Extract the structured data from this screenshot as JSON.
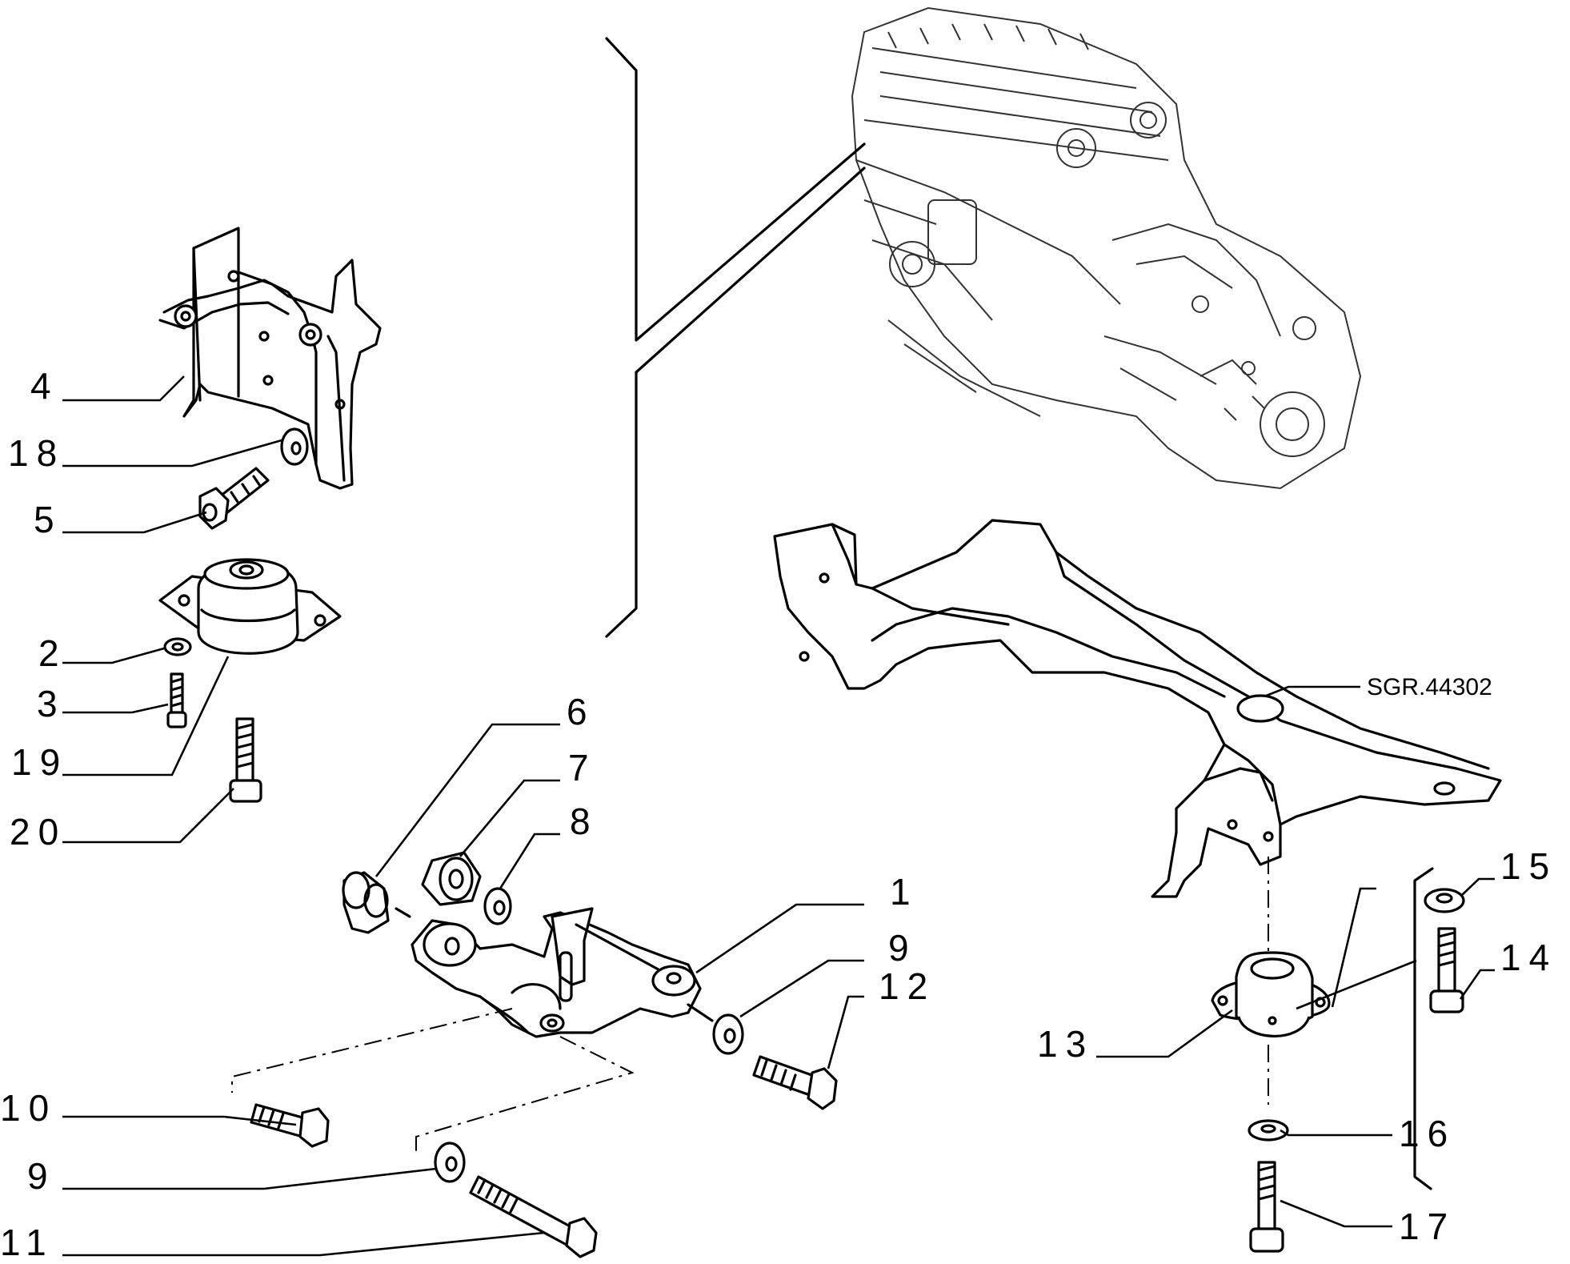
{
  "diagram": {
    "reference_code": "SGR.44302",
    "callouts": [
      {
        "id": "c4",
        "label": "4"
      },
      {
        "id": "c18",
        "label": "18"
      },
      {
        "id": "c5",
        "label": "5"
      },
      {
        "id": "c2",
        "label": "2"
      },
      {
        "id": "c3",
        "label": "3"
      },
      {
        "id": "c19",
        "label": "19"
      },
      {
        "id": "c20",
        "label": "20"
      },
      {
        "id": "c6",
        "label": "6"
      },
      {
        "id": "c7",
        "label": "7"
      },
      {
        "id": "c8",
        "label": "8"
      },
      {
        "id": "c1",
        "label": "1"
      },
      {
        "id": "c9a",
        "label": "9"
      },
      {
        "id": "c12",
        "label": "12"
      },
      {
        "id": "c10",
        "label": "10"
      },
      {
        "id": "c9b",
        "label": "9"
      },
      {
        "id": "c11",
        "label": "11"
      },
      {
        "id": "c15",
        "label": "15"
      },
      {
        "id": "c14",
        "label": "14"
      },
      {
        "id": "c13",
        "label": "13"
      },
      {
        "id": "c16",
        "label": "16"
      },
      {
        "id": "c17",
        "label": "17"
      }
    ]
  }
}
